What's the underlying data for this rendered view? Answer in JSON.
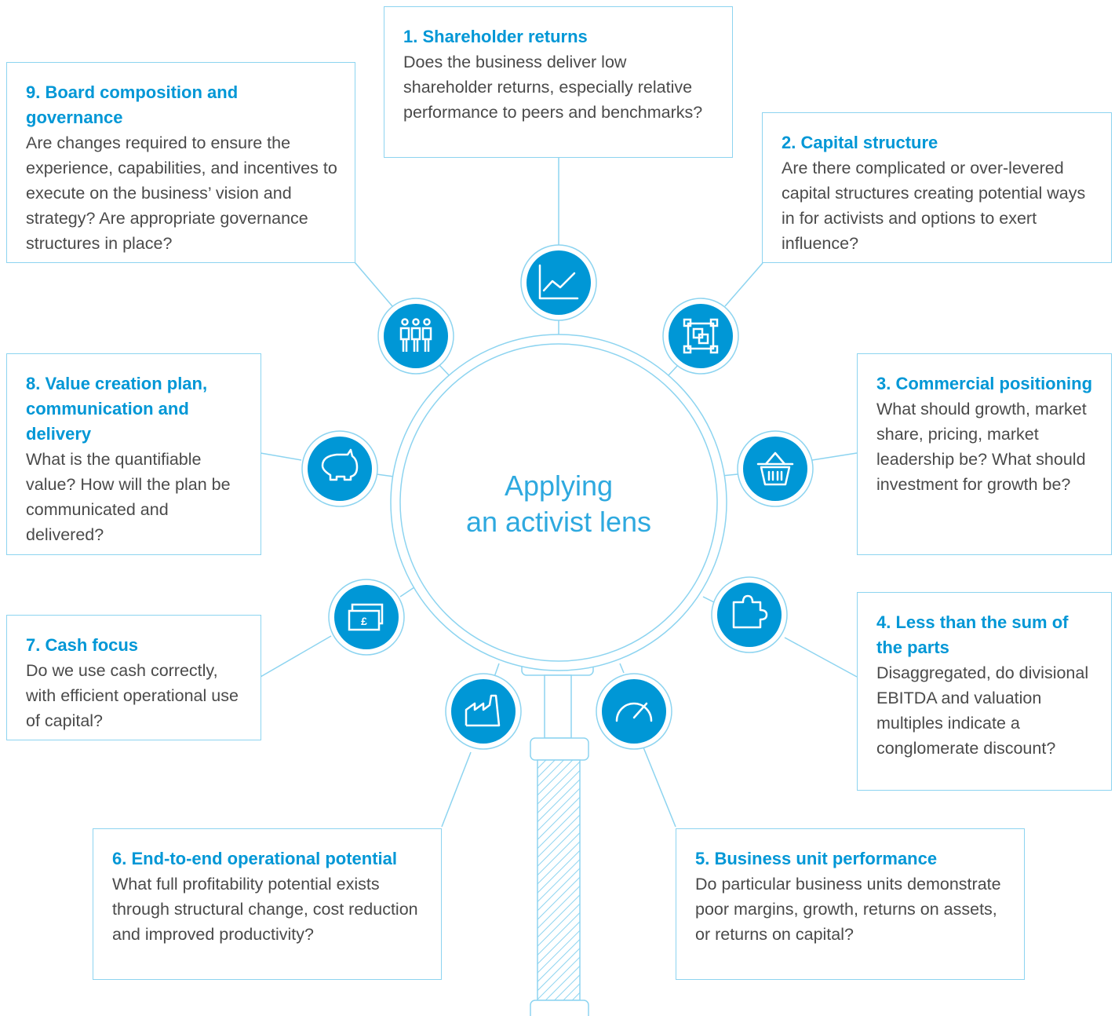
{
  "center": {
    "line1": "Applying",
    "line2": "an activist lens"
  },
  "colors": {
    "accent": "#0097d6",
    "line": "#8dd4f0",
    "text": "#4a4a4a",
    "icon_fill": "#0097d6"
  },
  "boxes": [
    {
      "title": "1. Shareholder returns",
      "body": "Does the business deliver low shareholder returns, especially relative performance to peers and benchmarks?",
      "icon": "line-chart-icon"
    },
    {
      "title": "2. Capital structure",
      "body": "Are there complicated or over-levered capital structures creating potential ways in for activists and options to exert influence?",
      "icon": "capital-structure-icon"
    },
    {
      "title": "3. Commercial positioning",
      "body": "What should growth, market share, pricing, market leadership be? What should investment for growth be?",
      "icon": "shopping-basket-icon"
    },
    {
      "title": "4. Less than the sum of the parts",
      "body": "Disaggregated, do divisional EBITDA and valuation multiples indicate a conglomerate discount?",
      "icon": "puzzle-piece-icon"
    },
    {
      "title": "5. Business unit performance",
      "body": "Do particular business units demonstrate poor margins, growth, returns on assets, or returns on capital?",
      "icon": "speedometer-icon"
    },
    {
      "title": "6. End-to-end operational potential",
      "body": "What full profitability potential exists through structural change, cost reduction and improved productivity?",
      "icon": "factory-icon"
    },
    {
      "title": "7. Cash focus",
      "body": "Do we use cash correctly, with efficient operational use of capital?",
      "icon": "banknotes-icon"
    },
    {
      "title": "8. Value creation plan, communication and delivery",
      "body": "What is the quantifiable value? How will the plan be communicated and delivered?",
      "icon": "piggy-bank-icon"
    },
    {
      "title": "9. Board composition and governance",
      "body": "Are changes required to ensure the experience, capabilities, and incentives to execute on the business’ vision and strategy? Are appropriate governance structures in place?",
      "icon": "people-icon"
    }
  ]
}
